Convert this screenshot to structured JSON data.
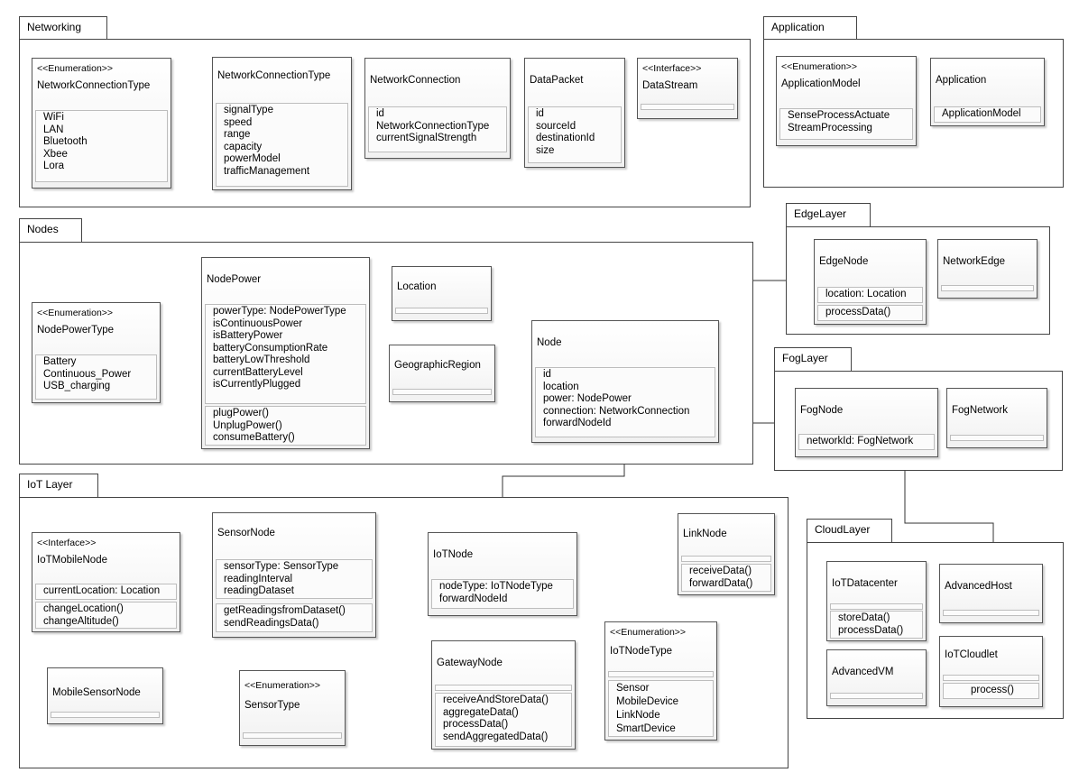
{
  "packages": {
    "networking": "Networking",
    "application": "Application",
    "nodes": "Nodes",
    "edge_layer": "EdgeLayer",
    "fog_layer": "FogLayer",
    "iot_layer": "IoT Layer",
    "cloud_layer": "CloudLayer"
  },
  "stereotypes": {
    "enumeration": "<<Enumeration>>",
    "interface": "<<Interface>>"
  },
  "classes": {
    "network_connection_type_enum": {
      "name": "NetworkConnectionType",
      "literals": [
        "WiFi",
        "LAN",
        "Bluetooth",
        "Xbee",
        "Lora"
      ]
    },
    "network_connection_type": {
      "name": "NetworkConnectionType",
      "attributes": [
        "signalType",
        "speed",
        "range",
        "capacity",
        "powerModel",
        "trafficManagement"
      ]
    },
    "network_connection": {
      "name": "NetworkConnection",
      "attributes": [
        "id",
        "NetworkConnectionType",
        "currentSignalStrength"
      ]
    },
    "data_packet": {
      "name": "DataPacket",
      "attributes": [
        "id",
        "sourceId",
        "destinationId",
        "size"
      ]
    },
    "data_stream": {
      "name": "DataStream"
    },
    "application_model": {
      "name": "ApplicationModel",
      "literals": [
        "SenseProcessActuate",
        "StreamProcessing"
      ]
    },
    "application": {
      "name": "Application",
      "attributes": [
        "ApplicationModel"
      ]
    },
    "node_power_type": {
      "name": "NodePowerType",
      "literals": [
        "Battery",
        "Continuous_Power",
        "USB_charging"
      ]
    },
    "node_power": {
      "name": "NodePower",
      "attributes": [
        "powerType: NodePowerType",
        "isContinuousPower",
        "isBatteryPower",
        "batteryConsumptionRate",
        "batteryLowThreshold",
        "currentBatteryLevel",
        "isCurrentlyPlugged"
      ],
      "operations": [
        "plugPower()",
        "UnplugPower()",
        "consumeBattery()"
      ]
    },
    "location": {
      "name": "Location"
    },
    "geographic_region": {
      "name": "GeographicRegion"
    },
    "node": {
      "name": "Node",
      "attributes": [
        "id",
        "location",
        "power: NodePower",
        "connection: NetworkConnection",
        "forwardNodeId"
      ]
    },
    "edge_node": {
      "name": "EdgeNode",
      "attributes": [
        "location: Location"
      ],
      "operations": [
        "processData()"
      ]
    },
    "network_edge": {
      "name": "NetworkEdge"
    },
    "fog_node": {
      "name": "FogNode",
      "attributes": [
        "networkId: FogNetwork"
      ]
    },
    "fog_network": {
      "name": "FogNetwork"
    },
    "iot_mobile_node": {
      "name": "IoTMobileNode",
      "attributes": [
        "currentLocation: Location"
      ],
      "operations": [
        "changeLocation()",
        "changeAltitude()"
      ]
    },
    "sensor_node": {
      "name": "SensorNode",
      "attributes": [
        "sensorType: SensorType",
        "readingInterval",
        "readingDataset"
      ],
      "operations": [
        "getReadingsfromDataset()",
        "sendReadingsData()"
      ]
    },
    "iot_node": {
      "name": "IoTNode",
      "attributes": [
        "nodeType: IoTNodeType",
        "forwardNodeId"
      ]
    },
    "link_node": {
      "name": "LinkNode",
      "operations": [
        "receiveData()",
        "forwardData()"
      ]
    },
    "mobile_sensor_node": {
      "name": "MobileSensorNode"
    },
    "sensor_type": {
      "name": "SensorType"
    },
    "gateway_node": {
      "name": "GatewayNode",
      "operations": [
        "receiveAndStoreData()",
        "aggregateData()",
        "processData()",
        "sendAggregatedData()"
      ]
    },
    "iot_node_type": {
      "name": "IoTNodeType",
      "literals": [
        "Sensor",
        "MobileDevice",
        "LinkNode",
        "SmartDevice"
      ]
    },
    "iot_datacenter": {
      "name": "IoTDatacenter",
      "operations": [
        "storeData()",
        "processData()"
      ]
    },
    "advanced_host": {
      "name": "AdvancedHost"
    },
    "advanced_vm": {
      "name": "AdvancedVM"
    },
    "iot_cloudlet": {
      "name": "IoTCloudlet",
      "operations": [
        "process()"
      ]
    }
  }
}
